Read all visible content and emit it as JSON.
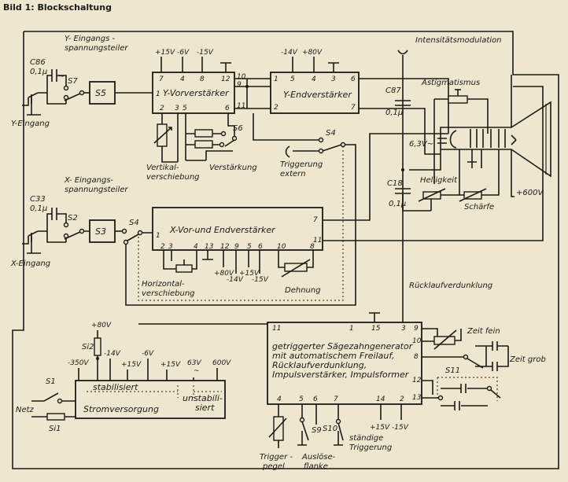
{
  "title": "Bild 1: Blockschaltung",
  "labels": {
    "y_divider": [
      "Y- Eingangs -",
      "spannungsteiler"
    ],
    "x_divider": [
      "X- Eingangs-",
      "spannungsteiler"
    ],
    "y_input": "Y-Eingang",
    "x_input": "X-Eingang",
    "c86": "C86",
    "c86_val": "0,1µ",
    "c33": "C33",
    "c33_val": "0,1µ",
    "c87": "C87",
    "c87_val": "0,1µ",
    "c18": "C18",
    "c18_val": "0,1µ",
    "s7": "S7",
    "s5": "S5",
    "s2": "S2",
    "s3": "S3",
    "s4a": "S4",
    "s4b": "S4",
    "s6": "S6",
    "s1": "S1",
    "si1": "Si1",
    "si2": "Si2",
    "s9": "S9",
    "s10": "S10",
    "s11": "S11",
    "intensity": "Intensitätsmodulation",
    "astig": "Astigmatismus",
    "hellig": "Helligkeit",
    "schaerfe": "Schärfe",
    "heater": "6,3V~",
    "plus600": "+600V",
    "vert_shift": [
      "Vertikal-",
      "verschiebung"
    ],
    "verstaerkung": "Verstärkung",
    "trigger_ext": [
      "Triggerung",
      "extern"
    ],
    "horiz_shift": [
      "Horizontal-",
      "verschiebung"
    ],
    "dehnung": "Dehnung",
    "ruecklauf": "Rücklaufverdunklung",
    "zeit_fein": "Zeit fein",
    "zeit_grob": "Zeit grob",
    "netz": "Netz",
    "trigger_pegel": [
      "Trigger -",
      "pegel"
    ],
    "ausloese": [
      "Auslöse-",
      "flanke"
    ],
    "staendige": [
      "ständige",
      "Triggerung"
    ]
  },
  "blocks": {
    "y_vor": {
      "name": "Y-Vorverstärker",
      "supplies": [
        "+15V",
        "-6V",
        "-15V"
      ],
      "pins_top": [
        "7",
        "4",
        "8",
        "12"
      ],
      "pins": [
        "1",
        "2",
        "3",
        "5",
        "6",
        "9",
        "10",
        "11"
      ]
    },
    "y_end": {
      "name": "Y-Endverstärker",
      "supplies": [
        "-14V",
        "+80V"
      ],
      "pins_top": [
        "5",
        "4",
        "3"
      ],
      "pins": [
        "1",
        "2",
        "6",
        "7"
      ]
    },
    "x_amp": {
      "name": "X-Vor-und Endverstärker",
      "pins_left": [
        "1"
      ],
      "pins_bottom": [
        "2",
        "3",
        "4",
        "13",
        "12",
        "9",
        "5",
        "6",
        "10",
        "8"
      ],
      "pins_right": [
        "7",
        "11"
      ],
      "supplies": [
        "+80V",
        "-14V",
        "+15V",
        "-15V"
      ]
    },
    "saw": {
      "lines": [
        "getriggerter Sägezahngenerator",
        "mit automatischem Freilauf,",
        "Rücklaufverdunklung,",
        "Impulsverstärker, Impulsformer"
      ],
      "pins_top": [
        "11",
        "1",
        "15",
        "3"
      ],
      "pins_right": [
        "9",
        "10",
        "8",
        "12",
        "13"
      ],
      "pins_bottom": [
        "4",
        "5",
        "6",
        "7",
        "14",
        "2"
      ],
      "supplies": [
        "+15V",
        "-15V"
      ]
    },
    "power": {
      "stab": "stabilisiert",
      "unstab": [
        "unstabili-",
        "siert"
      ],
      "name": "Stromversorgung",
      "supplies": [
        "-350V",
        "-14V",
        "+15V",
        "-6V",
        "+15V",
        "63V",
        "~",
        "600V"
      ],
      "plus80": "+80V"
    }
  }
}
